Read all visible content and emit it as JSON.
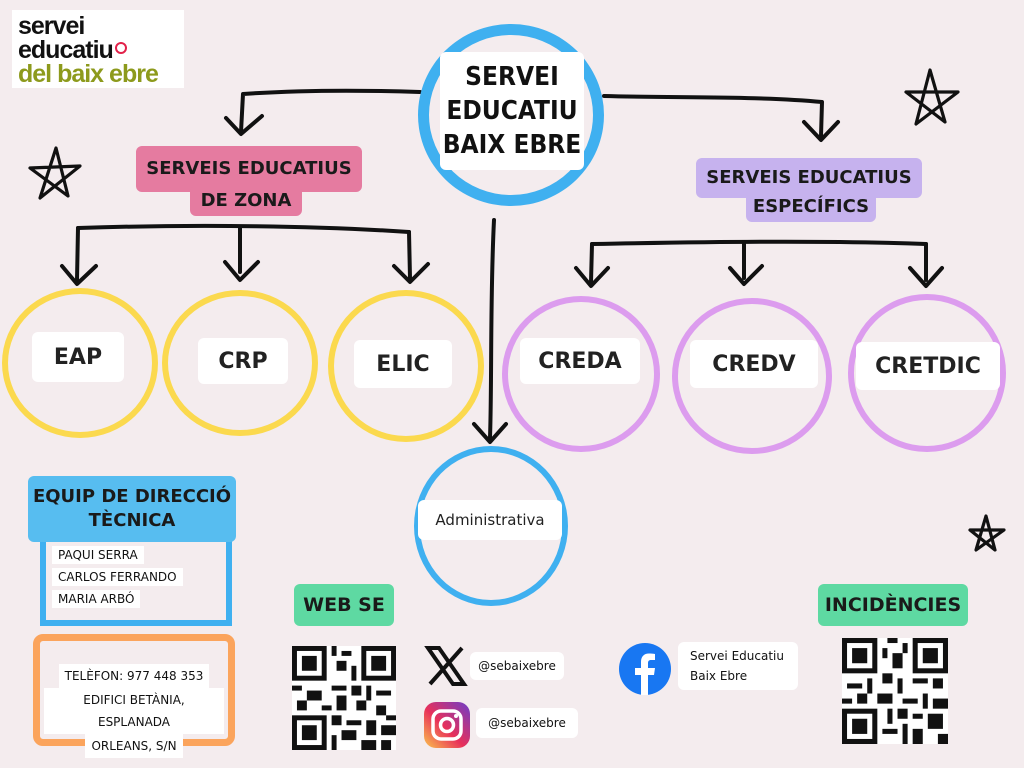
{
  "logo": {
    "line1": "servei",
    "line2": "educatiu",
    "line3": "del baix ebre"
  },
  "main": {
    "title_l1": "SERVEI",
    "title_l2": "EDUCATIU",
    "title_l3": "BAIX EBRE"
  },
  "zona": {
    "label_l1": "SERVEIS EDUCATIUS",
    "label_l2": "DE ZONA",
    "items": [
      "EAP",
      "CRP",
      "ELIC"
    ]
  },
  "especifics": {
    "label_l1": "SERVEIS EDUCATIUS",
    "label_l2": "ESPECÍFICS",
    "items": [
      "CREDA",
      "CREDV",
      "CRETDIC"
    ]
  },
  "administrativa": "Administrativa",
  "equip": {
    "label_l1": "EQUIP DE DIRECCIÓ",
    "label_l2": "TÈCNICA",
    "members": [
      "PAQUI SERRA",
      "CARLOS FERRANDO",
      "MARIA ARBÓ"
    ]
  },
  "contact": {
    "line1": "TELÈFON: 977 448 353",
    "line2": "EDIFICI BETÀNIA, ESPLANADA",
    "line3": "ORLEANS, S/N"
  },
  "web": {
    "label": "WEB SE"
  },
  "social": {
    "x_handle": "@sebaixebre",
    "instagram_handle": "@sebaixebre",
    "facebook_l1": "Servei Educatiu",
    "facebook_l2": "Baix Ebre"
  },
  "incidencies": {
    "label": "INCIDÈNCIES"
  },
  "colors": {
    "yellow": "#fbd94e",
    "purple": "#dc9cee",
    "blue": "#3fb0f0",
    "pink": "#e57ba0",
    "green": "#5ed9a2",
    "orange": "#fba45c"
  },
  "icons": [
    "star-icon",
    "x-logo-icon",
    "instagram-icon",
    "facebook-icon",
    "qr-code-icon"
  ]
}
